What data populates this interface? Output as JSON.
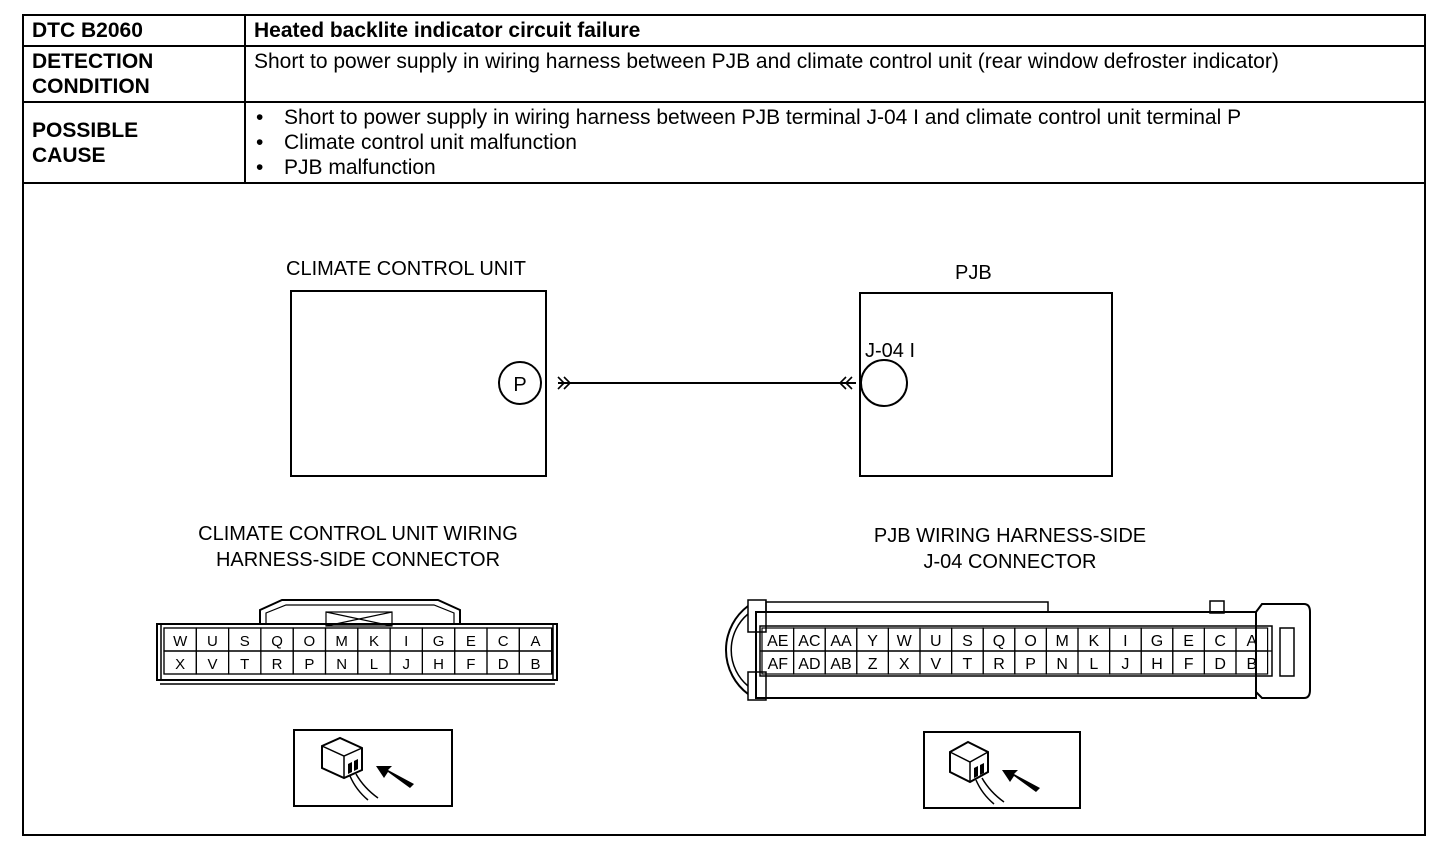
{
  "dtc": {
    "code": "DTC B2060",
    "title": "Heated backlite indicator circuit failure",
    "detection_label_1": "DETECTION",
    "detection_label_2": "CONDITION",
    "detection_text": "Short to power supply in wiring harness between PJB and climate control unit (rear window defroster indicator)",
    "cause_label_1": "POSSIBLE",
    "cause_label_2": "CAUSE",
    "causes": [
      "Short to power supply in wiring harness between PJB terminal J-04 I and climate control unit terminal P",
      "Climate control unit malfunction",
      "PJB malfunction"
    ]
  },
  "diagram": {
    "ccu_title": "CLIMATE CONTROL UNIT",
    "pjb_title": "PJB",
    "ccu_terminal": "P",
    "pjb_terminal": "J-04 I",
    "ccu_connector_title_1": "CLIMATE CONTROL UNIT WIRING",
    "ccu_connector_title_2": "HARNESS-SIDE CONNECTOR",
    "pjb_connector_title_1": "PJB WIRING HARNESS-SIDE",
    "pjb_connector_title_2": "J-04 CONNECTOR",
    "ccu_pins_top": [
      "W",
      "U",
      "S",
      "Q",
      "O",
      "M",
      "K",
      "I",
      "G",
      "E",
      "C",
      "A"
    ],
    "ccu_pins_bottom": [
      "X",
      "V",
      "T",
      "R",
      "P",
      "N",
      "L",
      "J",
      "H",
      "F",
      "D",
      "B"
    ],
    "pjb_pins_top": [
      "AE",
      "AC",
      "AA",
      "Y",
      "W",
      "U",
      "S",
      "Q",
      "O",
      "M",
      "K",
      "I",
      "G",
      "E",
      "C",
      "A"
    ],
    "pjb_pins_bottom": [
      "AF",
      "AD",
      "AB",
      "Z",
      "X",
      "V",
      "T",
      "R",
      "P",
      "N",
      "L",
      "J",
      "H",
      "F",
      "D",
      "B"
    ]
  }
}
